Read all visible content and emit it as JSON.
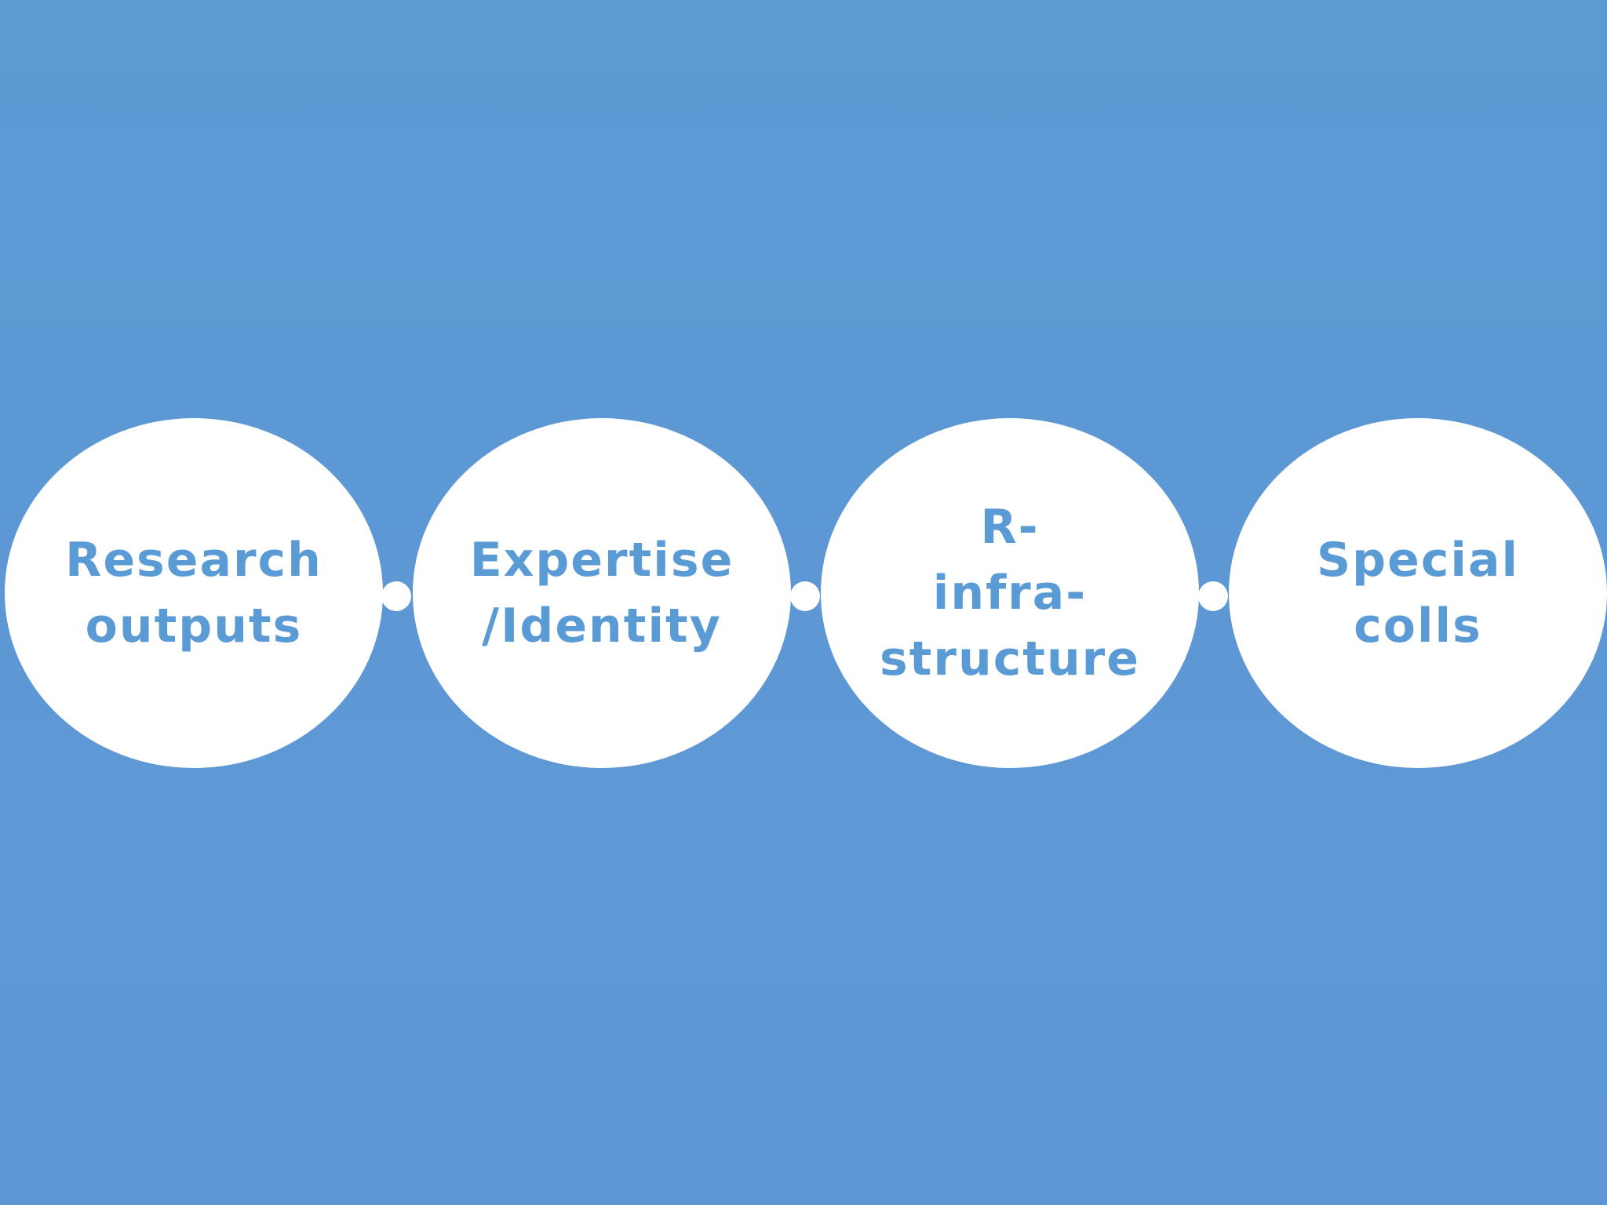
{
  "diagram": {
    "background_color": "#5b9bd5",
    "node_color": "#ffffff",
    "label_color": "#5b9bd5",
    "nodes": [
      {
        "label": "Research\noutputs"
      },
      {
        "label": "Expertise\n/Identity"
      },
      {
        "label": "R-\ninfra-\nstructure"
      },
      {
        "label": "Special\ncolls"
      }
    ]
  }
}
